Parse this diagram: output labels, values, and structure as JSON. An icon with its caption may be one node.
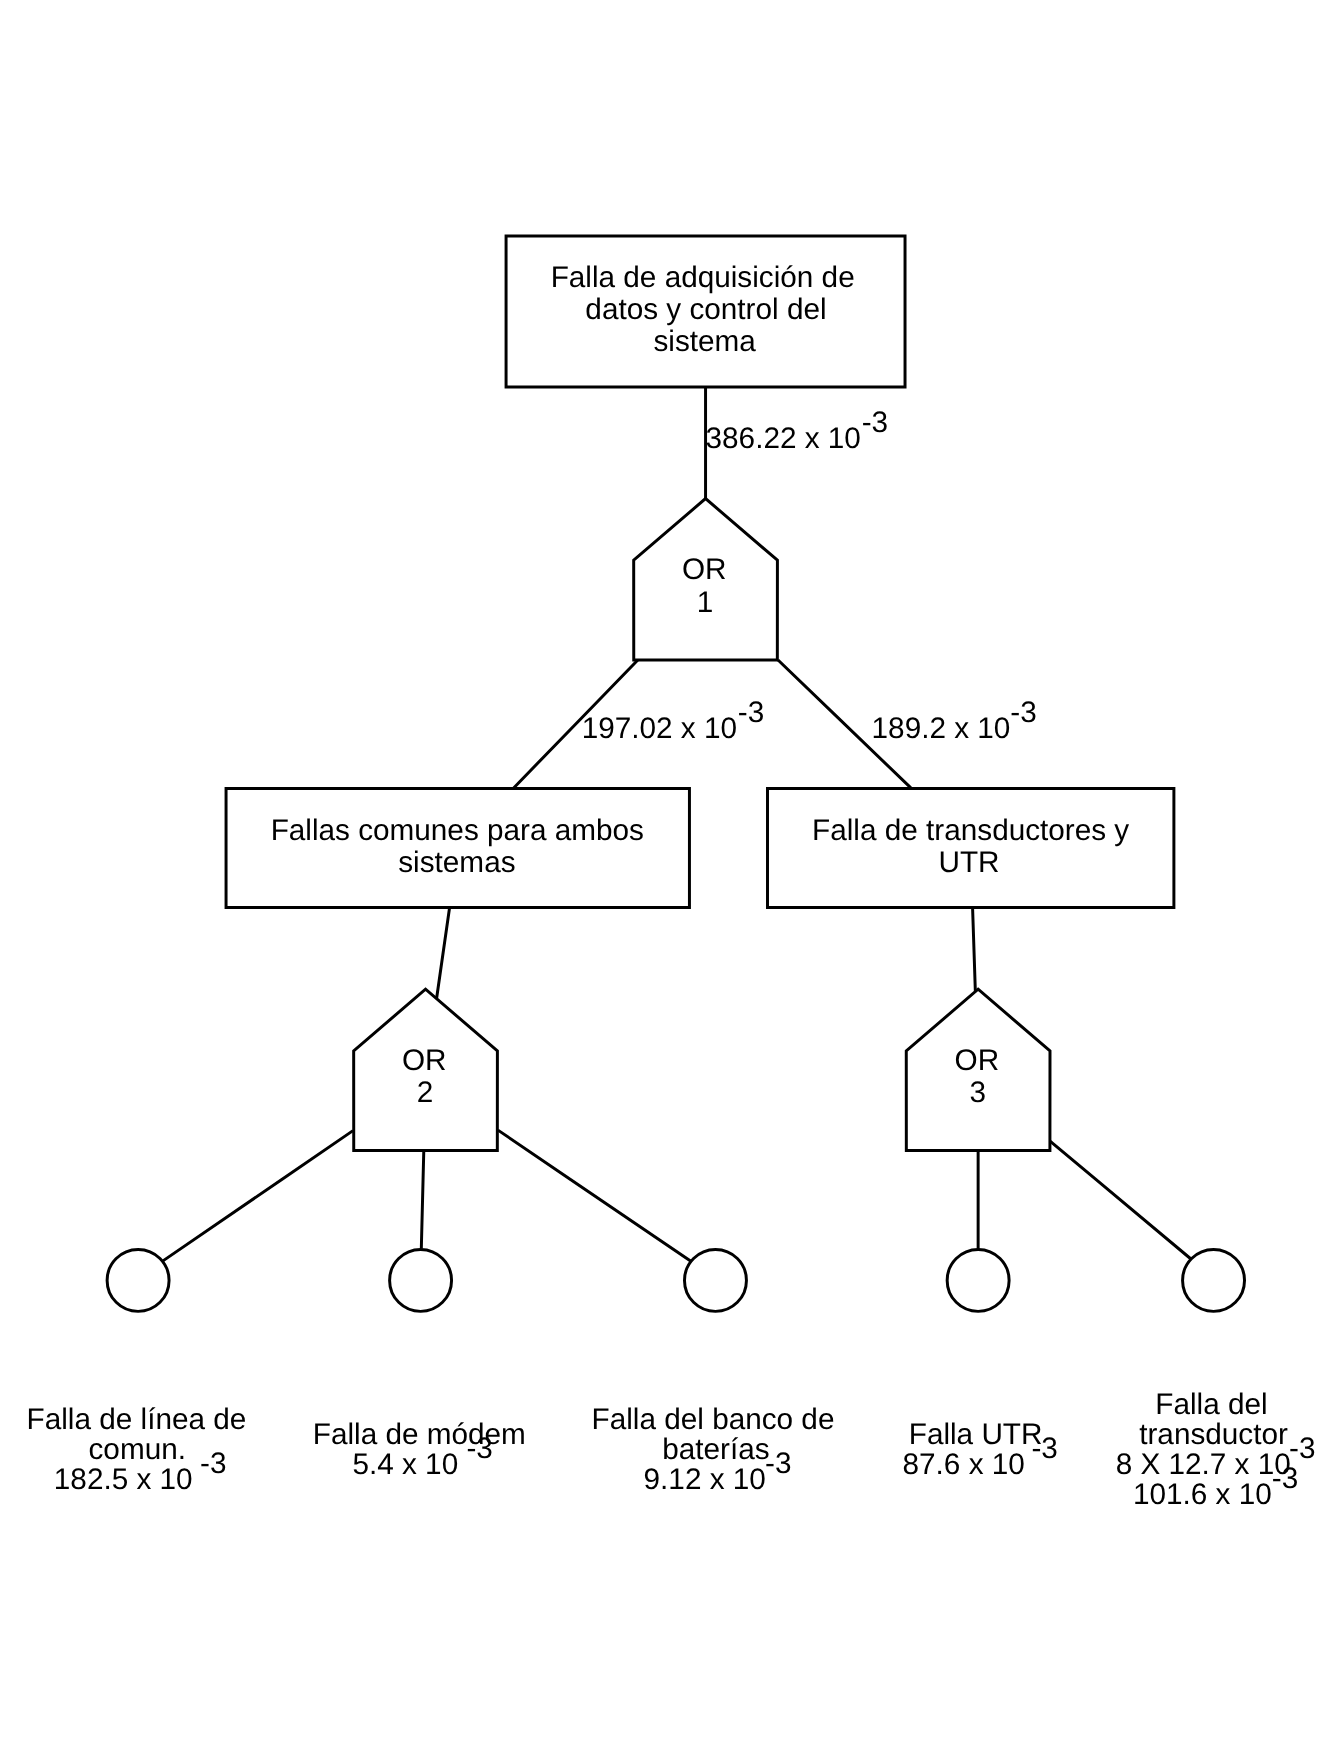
{
  "diagram": {
    "nodes": [
      {
        "text": [
          "Falla de adquisición de datos y control del sistema"
        ]
      },
      {
        "text": [
          "OR 1"
        ]
      },
      {
        "text": [
          "Fallas comunes para ambos sistemas"
        ]
      },
      {
        "text": [
          "Falla de transductores y UTR"
        ]
      },
      {
        "text": [
          "OR 2"
        ]
      },
      {
        "text": [
          "OR 3"
        ]
      },
      {
        "text": [],
        "shape": "circle",
        "beside": [
          "Falla de línea de comun.",
          "182.5 x 10 $^{-3}$"
        ]
      },
      {
        "text": [],
        "shape": "circle",
        "beside": [
          "Falla de módem",
          "5.4 x 10 $^{-3}$"
        ]
      },
      {
        "text": [],
        "shape": "circle",
        "beside": [
          "Falla del banco de baterías",
          "9.12 x 10$^{-3}$"
        ]
      },
      {
        "text": [],
        "shape": "circle",
        "beside": [
          "Falla UTR",
          "87.6 x 10 $^{-3}$"
        ]
      },
      {
        "text": [],
        "shape": "circle",
        "beside": [
          "Falla del transductor",
          "8 X 12.7 x 10$^{-3}$",
          "101.6 x 10$^{-3}$"
        ]
      }
    ],
    "edges": [
      {
        "from": 0,
        "to": 1,
        "arrow": "none",
        "label": "386.22 x 10$^{-3}$"
      },
      {
        "from": 1,
        "to": 2,
        "arrow": "none",
        "label": "197.02 x 10$^{-3}$"
      },
      {
        "from": 1,
        "to": 3,
        "arrow": "none",
        "label": "189.2 x 10$^{-3}$"
      },
      {
        "from": 2,
        "to": 4,
        "arrow": "none"
      },
      {
        "from": 3,
        "to": 5,
        "arrow": "none"
      },
      {
        "from": 4,
        "to": 6,
        "arrow": "none"
      },
      {
        "from": 4,
        "to": 7,
        "arrow": "none"
      },
      {
        "from": 4,
        "to": 8,
        "arrow": "none"
      },
      {
        "from": 5,
        "to": 9,
        "arrow": "none"
      },
      {
        "from": 5,
        "to": 10,
        "arrow": "none"
      }
    ]
  }
}
